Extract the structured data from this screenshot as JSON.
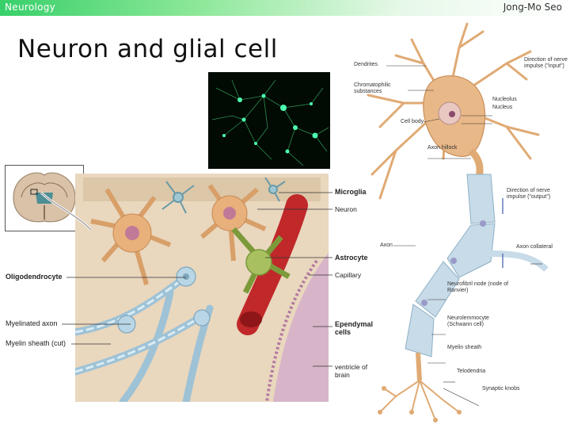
{
  "header": {
    "course": "Neurology",
    "author": "Jong-Mo Seo"
  },
  "title": "Neuron and glial cell",
  "glial_labels": {
    "microglia": "Microglia",
    "neuron": "Neuron",
    "astrocyte": "Astrocyte",
    "capillary": "Capillary",
    "ependymal": "Ependymal cells",
    "ventricle": "ventricle of brain",
    "oligodendrocyte": "Oligodendrocyte",
    "myelinated_axon": "Myelinated axon",
    "myelin_sheath": "Myelin sheath (cut)"
  },
  "neuron_labels": {
    "dendrites": "Dendrites",
    "chromatophilic": "Chromatophilic substances",
    "cell_body": "Cell body",
    "axon_hillock": "Axon hillock",
    "axon": "Axon",
    "direction_input": "Direction of nerve impulse (\"input\")",
    "nucleolus": "Nucleolus",
    "nucleus": "Nucleus",
    "direction_output": "Direction of nerve impulse (\"output\")",
    "axon_collateral": "Axon collateral",
    "neurofibril_node": "Neurofibril node (node of Ranvier)",
    "neurolemmocyte": "Neurolemmocyte (Schwann cell)",
    "myelin_sheath": "Myelin sheath",
    "telodendria": "Telodendria",
    "synaptic_knobs": "Synaptic knobs"
  }
}
